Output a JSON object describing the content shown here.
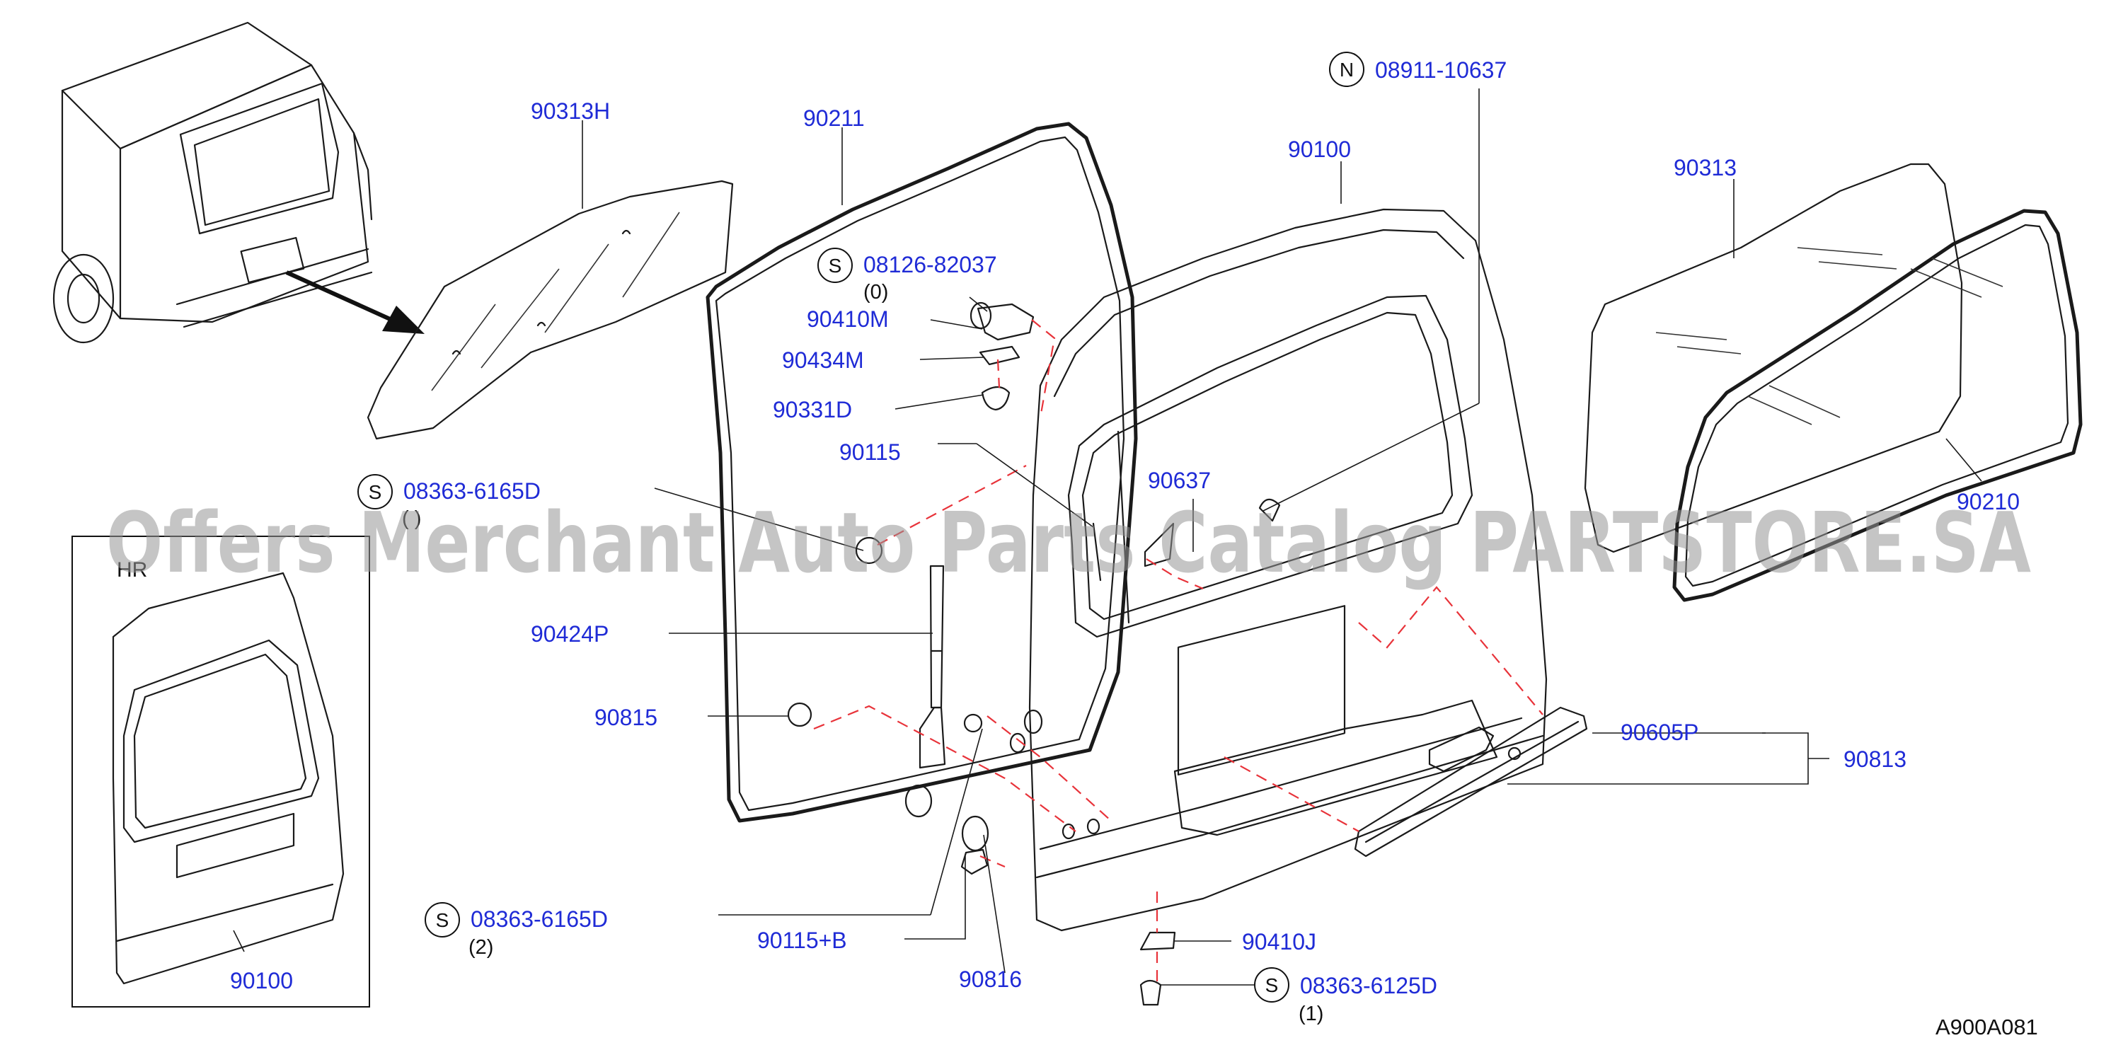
{
  "diagram_code": "A900A081",
  "watermark": "Offers Merchant Auto Parts Catalog PARTSTORE.SA",
  "inset_title": "HR",
  "parts": {
    "p90313H": "90313H",
    "p90211": "90211",
    "p90100": "90100",
    "p90313": "90313",
    "p90210": "90210",
    "p90410M": "90410M",
    "p90434M": "90434M",
    "p90331D": "90331D",
    "p90115": "90115",
    "p90637": "90637",
    "p90424P": "90424P",
    "p90815": "90815",
    "p90605P": "90605P",
    "p90813": "90813",
    "p90115B": "90115+B",
    "p90816": "90816",
    "p90410J": "90410J",
    "p90100_inset": "90100"
  },
  "fasteners": {
    "n_08911": {
      "badge": "N",
      "code": "08911-10637"
    },
    "s_08126": {
      "badge": "S",
      "code": "08126-82037",
      "qty": "(0)"
    },
    "s_08363_top": {
      "badge": "S",
      "code": "08363-6165D",
      "qty": "( )"
    },
    "s_08363_bottom": {
      "badge": "S",
      "code": "08363-6165D",
      "qty": "(2)"
    },
    "s_08363_6125": {
      "badge": "S",
      "code": "08363-6125D",
      "qty": "(1)"
    }
  }
}
